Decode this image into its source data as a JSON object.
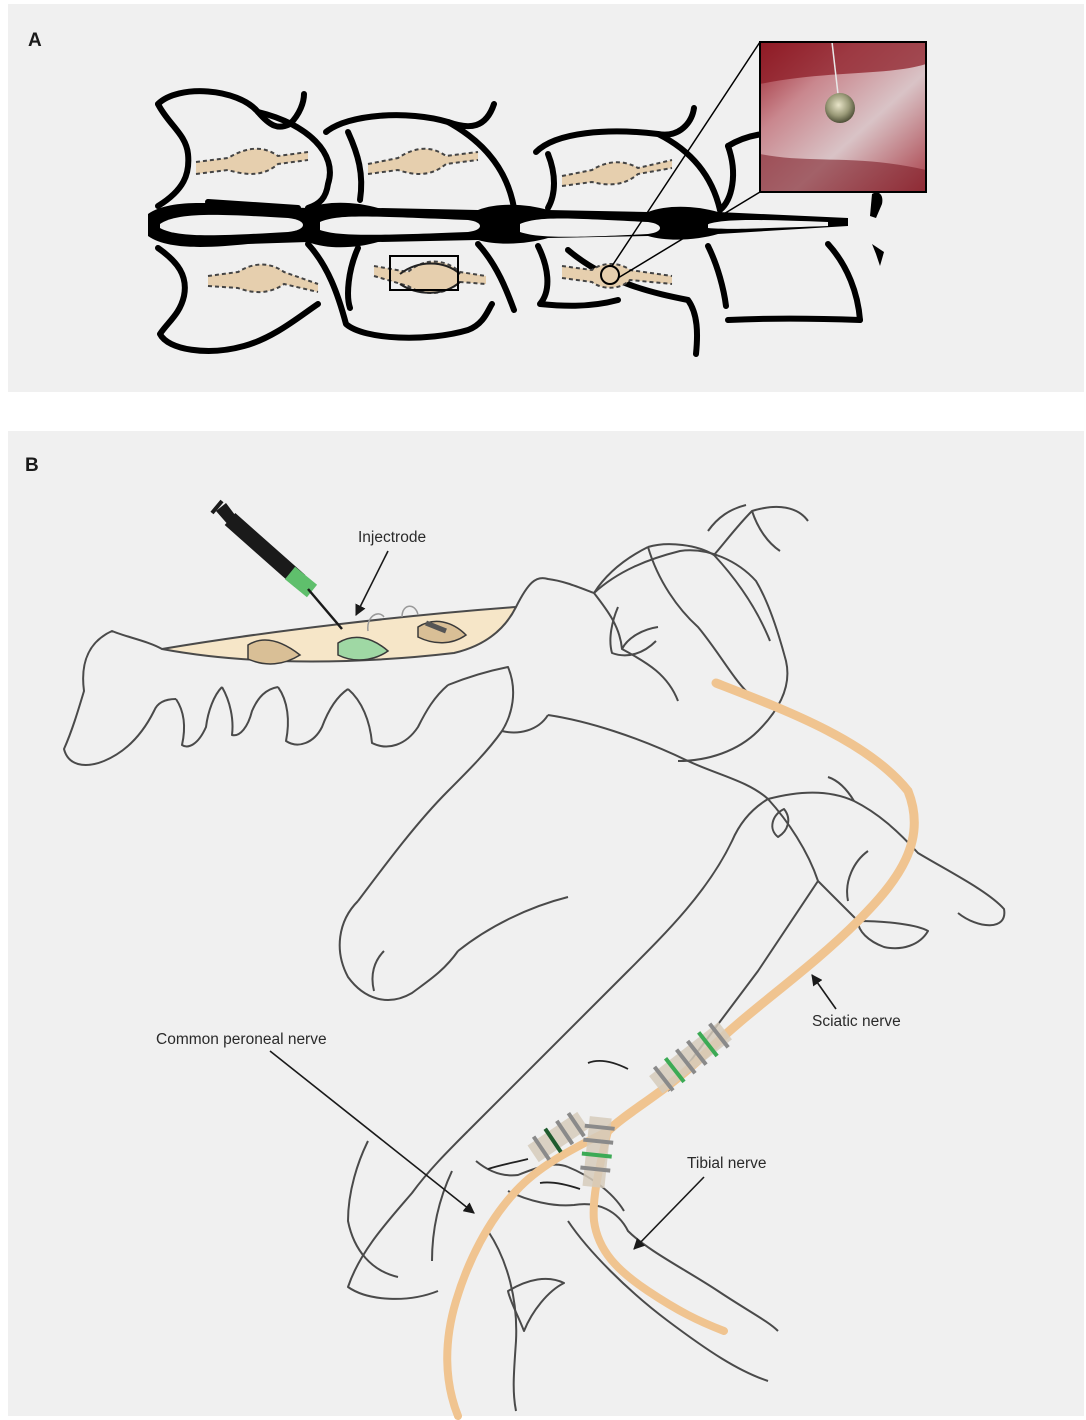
{
  "panels": {
    "a": {
      "letter": "A"
    },
    "b": {
      "letter": "B"
    }
  },
  "labels": {
    "injectrode": "Injectrode",
    "sciatic": "Sciatic nerve",
    "common_peroneal": "Common peroneal nerve",
    "tibial": "Tibial nerve"
  },
  "colors": {
    "panel_bg": "#f0f0f0",
    "bone_black": "#000000",
    "bone_outline": "#4a4a4a",
    "ganglion_fill": "#e6cfae",
    "nerve_orange": "#f0c490",
    "cuff_green": "#3caa55",
    "cuff_dark_green": "#1f5b2e",
    "cuff_gray": "#8a8a8a",
    "syringe_green": "#7fd08a",
    "tissue_red": "#b0303a"
  }
}
